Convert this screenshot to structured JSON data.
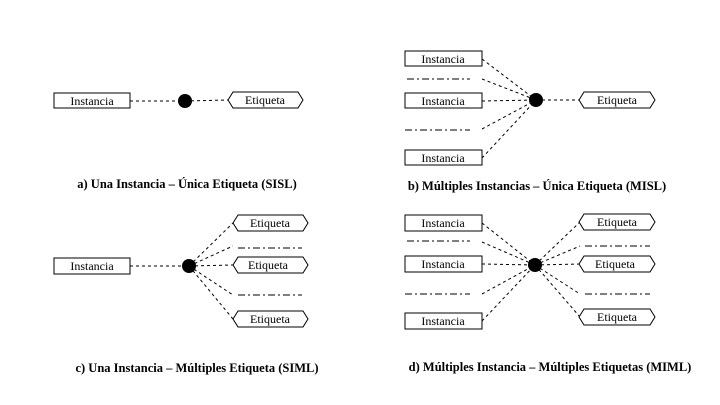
{
  "labels": {
    "instance": "Instancia",
    "tag": "Etiqueta"
  },
  "captions": {
    "a": "a) Una Instancia – Única Etiqueta (SISL)",
    "b": "b) Múltiples Instancias – Única Etiqueta (MISL)",
    "c": "c) Una Instancia – Múltiples Etiqueta (SIML)",
    "d": "d) Múltiples Instancia – Múltiples Etiquetas (MIML)"
  },
  "colors": {
    "stroke": "#000000",
    "node_fill": "#000000",
    "background": "#ffffff"
  }
}
